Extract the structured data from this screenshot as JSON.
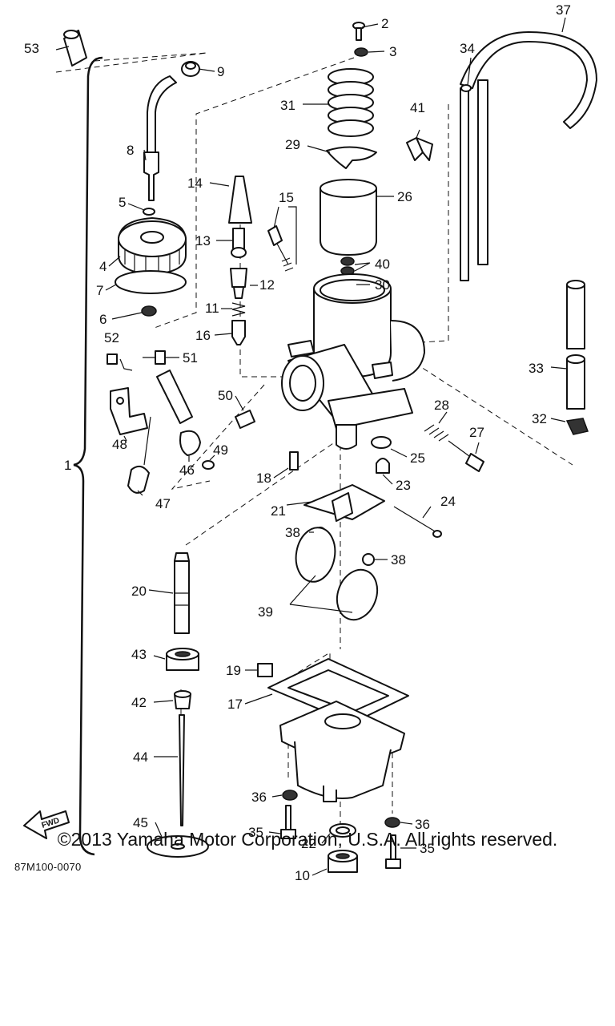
{
  "diagram": {
    "reference_code": "87M100-0070",
    "copyright": "©2013 Yamaha Motor Corporation, U.S.A. All rights reserved.",
    "fwd_label": "FWD",
    "callouts": {
      "c1": "1",
      "c2": "2",
      "c3": "3",
      "c4": "4",
      "c5": "5",
      "c6": "6",
      "c7": "7",
      "c8": "8",
      "c9": "9",
      "c10": "10",
      "c11": "11",
      "c12": "12",
      "c13": "13",
      "c14": "14",
      "c15": "15",
      "c16": "16",
      "c17": "17",
      "c18": "18",
      "c19": "19",
      "c20": "20",
      "c21": "21",
      "c22": "22",
      "c23": "23",
      "c24": "24",
      "c25": "25",
      "c26": "26",
      "c27": "27",
      "c28": "28",
      "c29": "29",
      "c30": "30",
      "c31": "31",
      "c32": "32",
      "c33": "33",
      "c34": "34",
      "c35a": "35",
      "c35b": "35",
      "c36a": "36",
      "c36b": "36",
      "c37": "37",
      "c38a": "38",
      "c38b": "38",
      "c39": "39",
      "c40": "40",
      "c41": "41",
      "c42": "42",
      "c43": "43",
      "c44": "44",
      "c45": "45",
      "c46": "46",
      "c47": "47",
      "c48": "48",
      "c49": "49",
      "c50": "50",
      "c51": "51",
      "c52": "52",
      "c53": "53"
    }
  }
}
